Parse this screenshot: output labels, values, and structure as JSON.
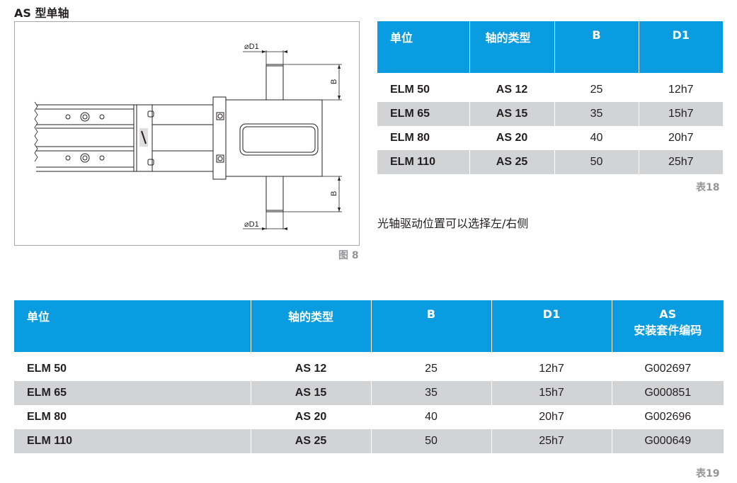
{
  "title": "AS 型单轴",
  "figure": {
    "caption": "图 8",
    "labels": {
      "d1_top": "⌀D1",
      "d1_bottom": "⌀D1",
      "b_top": "B",
      "b_bottom": "B"
    }
  },
  "table18": {
    "caption": "表18",
    "headers": [
      "单位",
      "轴的类型",
      "B",
      "D1"
    ],
    "rows": [
      [
        "ELM 50",
        "AS 12",
        "25",
        "12h7"
      ],
      [
        "ELM 65",
        "AS 15",
        "35",
        "15h7"
      ],
      [
        "ELM 80",
        "AS 20",
        "40",
        "20h7"
      ],
      [
        "ELM 110",
        "AS 25",
        "50",
        "25h7"
      ]
    ]
  },
  "note": "光轴驱动位置可以选择左/右侧",
  "table19": {
    "caption": "表19",
    "headers": [
      "单位",
      "轴的类型",
      "B",
      "D1",
      "AS",
      "安装套件编码"
    ],
    "rows": [
      [
        "ELM 50",
        "AS 12",
        "25",
        "12h7",
        "G002697"
      ],
      [
        "ELM 65",
        "AS 15",
        "35",
        "15h7",
        "G000851"
      ],
      [
        "ELM 80",
        "AS 20",
        "40",
        "20h7",
        "G002696"
      ],
      [
        "ELM 110",
        "AS 25",
        "50",
        "25h7",
        "G000649"
      ]
    ]
  },
  "colors": {
    "header_blue": "#0a9ce0",
    "row_grey": "#d1d3d4",
    "caption_grey": "#939598"
  }
}
